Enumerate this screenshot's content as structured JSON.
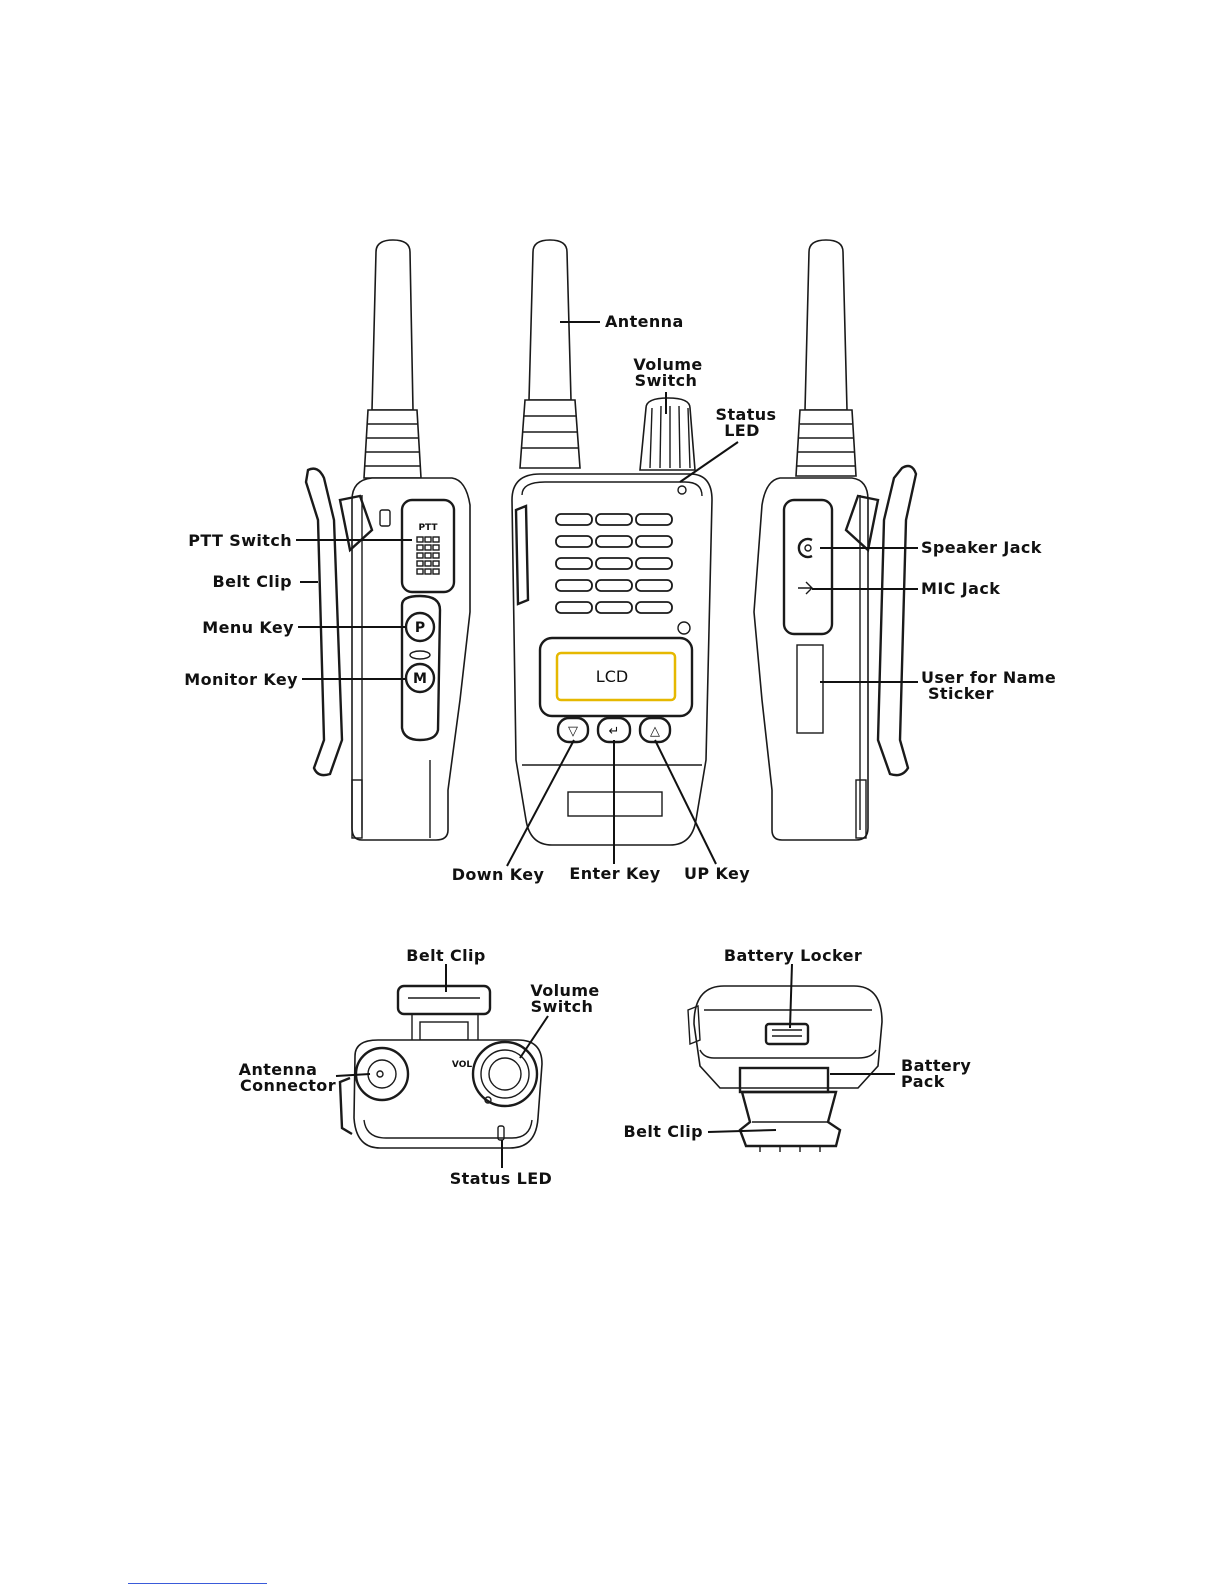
{
  "labels": {
    "antenna": "Antenna",
    "volume_switch_l1": "Volume",
    "volume_switch_l2": "Switch",
    "status_led_l1": "Status",
    "status_led_l2": "LED",
    "ptt_switch": "PTT Switch",
    "belt_clip": "Belt Clip",
    "menu_key": "Menu Key",
    "monitor_key": "Monitor Key",
    "speaker_jack": "Speaker Jack",
    "mic_jack": "MIC Jack",
    "user_name_sticker_l1": "User for Name",
    "user_name_sticker_l2": "Sticker",
    "lcd": "LCD",
    "down_key": "Down Key",
    "enter_key": "Enter Key",
    "up_key": "UP Key",
    "top_belt_clip": "Belt Clip",
    "top_volume_switch_l1": "Volume",
    "top_volume_switch_l2": "Switch",
    "antenna_connector_l1": "Antenna",
    "antenna_connector_l2": "Connector",
    "top_status_led": "Status LED",
    "battery_locker": "Battery Locker",
    "battery_pack_l1": "Battery",
    "battery_pack_l2": "Pack",
    "bottom_belt_clip": "Belt Clip"
  },
  "device_markings": {
    "ptt": "PTT",
    "p_key": "P",
    "m_key": "M",
    "vol": "VOL"
  }
}
